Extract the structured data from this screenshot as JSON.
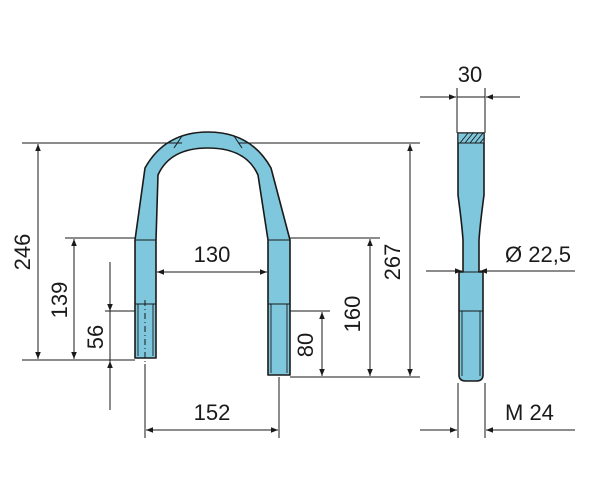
{
  "drawing": {
    "colors": {
      "part_fill": "#7fc7dc",
      "line": "#1a1a1a",
      "background": "#ffffff"
    },
    "dimensions": {
      "overall_height": "246",
      "bend_to_end": "139",
      "thread_short": "56",
      "inner_width": "130",
      "leg_160": "160",
      "thread_80": "80",
      "outer_height": "267",
      "center_width": "152",
      "top_width": "30",
      "diameter": "Ø 22,5",
      "thread_size": "M 24"
    }
  }
}
